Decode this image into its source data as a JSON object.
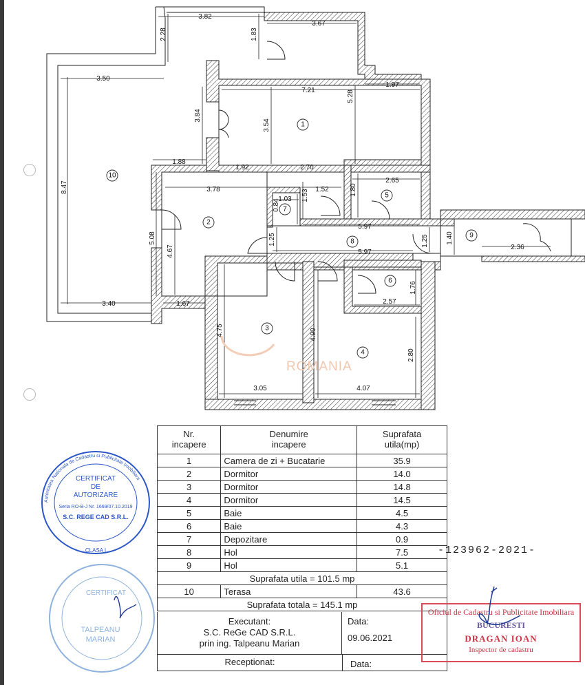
{
  "plan": {
    "dimensions": [
      "3.82",
      "3.67",
      "2.28",
      "1.83",
      "3.50",
      "7.21",
      "1.97",
      "5.28",
      "3.84",
      "3.54",
      "8.47",
      "1.88",
      "1.92",
      "2.70",
      "2.65",
      "3.78",
      "1.03",
      "1.52",
      "0.84",
      "1.53",
      "1.80",
      "5.97",
      "5.08",
      "4.67",
      "1.25",
      "5.97",
      "1.25",
      "1.40",
      "2.36",
      "3.40",
      "1.67",
      "1.76",
      "2.57",
      "4.75",
      "4.90",
      "2.80",
      "3.05",
      "4.07"
    ],
    "room_numbers": [
      "1",
      "2",
      "3",
      "4",
      "5",
      "6",
      "7",
      "8",
      "9",
      "10"
    ],
    "watermark": "ROMANIA"
  },
  "table": {
    "headers": [
      "Nr.\nincapere",
      "Denumire\nincapere",
      "Suprafata\nutila(mp)"
    ],
    "rows": [
      {
        "nr": "1",
        "name": "Camera de zi + Bucatarie",
        "area": "35.9"
      },
      {
        "nr": "2",
        "name": "Dormitor",
        "area": "14.0"
      },
      {
        "nr": "3",
        "name": "Dormitor",
        "area": "14.8"
      },
      {
        "nr": "4",
        "name": "Dormitor",
        "area": "14.5"
      },
      {
        "nr": "5",
        "name": "Baie",
        "area": "4.5"
      },
      {
        "nr": "6",
        "name": "Baie",
        "area": "4.3"
      },
      {
        "nr": "7",
        "name": "Depozitare",
        "area": "0.9"
      },
      {
        "nr": "8",
        "name": "Hol",
        "area": "7.5"
      },
      {
        "nr": "9",
        "name": "Hol",
        "area": "5.1"
      }
    ],
    "useful_total": "Suprafata utila = 101.5 mp",
    "terrace": {
      "nr": "10",
      "name": "Terasa",
      "area": "43.6"
    },
    "grand_total": "Suprafata totala = 145.1 mp"
  },
  "executant": {
    "label": "Executant:",
    "company": "S.C. ReGe CAD S.R.L.",
    "engineer": "prin ing. Talpeanu Marian",
    "date_label": "Data:",
    "date": "09.06.2021"
  },
  "received": {
    "label": "Receptionat:",
    "date_label": "Data:"
  },
  "registration_number": "-123962-2021-",
  "stamps": {
    "authorization": {
      "ring_text": "Autoritatea Nationala de Cadastru si Publicitate Imobiliara",
      "title1": "CERTIFICAT",
      "title2": "DE",
      "title3": "AUTORIZARE",
      "series": "Seria RO-B-J Nr. 1669/07.10.2019",
      "company": "S.C. REGE CAD S.R.L.",
      "class": "CLASA I"
    },
    "personal": {
      "title": "CERTIFICAT",
      "name1": "TALPEANU",
      "name2": "MARIAN"
    },
    "office": {
      "line1": "Oficiul de Cadastru si Publicitate Imobiliara",
      "line2": "BUCURESTI",
      "line3": "DRAGAN IOAN",
      "line4": "Inspector de cadastru"
    }
  },
  "colors": {
    "ink": "#222222",
    "stamp_blue": "#2a56c6",
    "stamp_red": "#cc3344",
    "watermark": "#f2c7b0"
  }
}
